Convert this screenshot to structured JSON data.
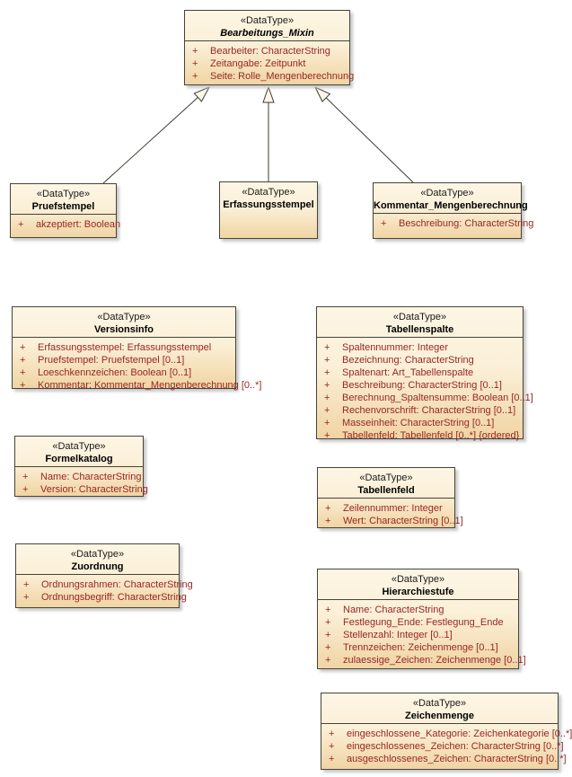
{
  "colors": {
    "box_border": "#45443a",
    "fill_top": "#fdf6e4",
    "fill_bottom": "#f0d4a3",
    "attribute_text": "#992626",
    "line_color": "#3c3c32"
  },
  "classes": [
    {
      "stereotype": "«DataType»",
      "name": "Bearbeitungs_Mixin",
      "abstract": true,
      "attributes": [
        {
          "visibility": "+",
          "signature": "Bearbeiter: CharacterString"
        },
        {
          "visibility": "+",
          "signature": "Zeitangabe: Zeitpunkt"
        },
        {
          "visibility": "+",
          "signature": "Seite: Rolle_Mengenberechnung"
        }
      ]
    },
    {
      "stereotype": "«DataType»",
      "name": "Pruefstempel",
      "abstract": false,
      "attributes": [
        {
          "visibility": "+",
          "signature": "akzeptiert: Boolean"
        }
      ]
    },
    {
      "stereotype": "«DataType»",
      "name": "Erfassungsstempel",
      "abstract": false,
      "attributes": []
    },
    {
      "stereotype": "«DataType»",
      "name": "Kommentar_Mengenberechnung",
      "abstract": false,
      "attributes": [
        {
          "visibility": "+",
          "signature": "Beschreibung: CharacterString"
        }
      ]
    },
    {
      "stereotype": "«DataType»",
      "name": "Versionsinfo",
      "abstract": false,
      "attributes": [
        {
          "visibility": "+",
          "signature": "Erfassungsstempel: Erfassungsstempel"
        },
        {
          "visibility": "+",
          "signature": "Pruefstempel: Pruefstempel [0..1]"
        },
        {
          "visibility": "+",
          "signature": "Loeschkennzeichen: Boolean [0..1]"
        },
        {
          "visibility": "+",
          "signature": "Kommentar: Kommentar_Mengenberechnung [0..*]"
        }
      ]
    },
    {
      "stereotype": "«DataType»",
      "name": "Tabellenspalte",
      "abstract": false,
      "attributes": [
        {
          "visibility": "+",
          "signature": "Spaltennummer: Integer"
        },
        {
          "visibility": "+",
          "signature": "Bezeichnung: CharacterString"
        },
        {
          "visibility": "+",
          "signature": "Spaltenart: Art_Tabellenspalte"
        },
        {
          "visibility": "+",
          "signature": "Beschreibung: CharacterString [0..1]"
        },
        {
          "visibility": "+",
          "signature": "Berechnung_Spaltensumme: Boolean [0..1]"
        },
        {
          "visibility": "+",
          "signature": "Rechenvorschrift: CharacterString [0..1]"
        },
        {
          "visibility": "+",
          "signature": "Masseinheit: CharacterString [0..1]"
        },
        {
          "visibility": "+",
          "signature": "Tabellenfeld: Tabellenfeld [0..*] {ordered}"
        }
      ]
    },
    {
      "stereotype": "«DataType»",
      "name": "Formelkatalog",
      "abstract": false,
      "attributes": [
        {
          "visibility": "+",
          "signature": "Name: CharacterString"
        },
        {
          "visibility": "+",
          "signature": "Version: CharacterString"
        }
      ]
    },
    {
      "stereotype": "«DataType»",
      "name": "Tabellenfeld",
      "abstract": false,
      "attributes": [
        {
          "visibility": "+",
          "signature": "Zeilennummer: Integer"
        },
        {
          "visibility": "+",
          "signature": "Wert: CharacterString [0..1]"
        }
      ]
    },
    {
      "stereotype": "«DataType»",
      "name": "Zuordnung",
      "abstract": false,
      "attributes": [
        {
          "visibility": "+",
          "signature": "Ordnungsrahmen: CharacterString"
        },
        {
          "visibility": "+",
          "signature": "Ordnungsbegriff: CharacterString"
        }
      ]
    },
    {
      "stereotype": "«DataType»",
      "name": "Hierarchiestufe",
      "abstract": false,
      "attributes": [
        {
          "visibility": "+",
          "signature": "Name: CharacterString"
        },
        {
          "visibility": "+",
          "signature": "Festlegung_Ende: Festlegung_Ende"
        },
        {
          "visibility": "+",
          "signature": "Stellenzahl: Integer [0..1]"
        },
        {
          "visibility": "+",
          "signature": "Trennzeichen: Zeichenmenge [0..1]"
        },
        {
          "visibility": "+",
          "signature": "zulaessige_Zeichen: Zeichenmenge [0..1]"
        }
      ]
    },
    {
      "stereotype": "«DataType»",
      "name": "Zeichenmenge",
      "abstract": false,
      "attributes": [
        {
          "visibility": "+",
          "signature": "eingeschlossene_Kategorie: Zeichenkategorie [0..*]"
        },
        {
          "visibility": "+",
          "signature": "eingeschlossenes_Zeichen: CharacterString [0..*]"
        },
        {
          "visibility": "+",
          "signature": "ausgeschlossenes_Zeichen: CharacterString [0..*]"
        }
      ]
    }
  ],
  "relations": [
    {
      "type": "generalization",
      "source": "Pruefstempel",
      "target": "Bearbeitungs_Mixin"
    },
    {
      "type": "generalization",
      "source": "Erfassungsstempel",
      "target": "Bearbeitungs_Mixin"
    },
    {
      "type": "generalization",
      "source": "Kommentar_Mengenberechnung",
      "target": "Bearbeitungs_Mixin"
    }
  ]
}
